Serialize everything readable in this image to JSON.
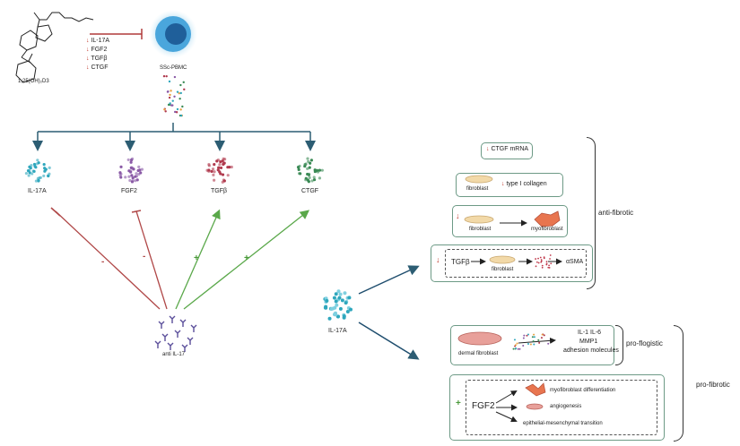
{
  "compound": {
    "name": "1,25(OH)₂D3",
    "effects": [
      "IL-17A",
      "FGF2",
      "TGFβ",
      "CTGF"
    ]
  },
  "pbmc": {
    "label": "SSc-PBMC"
  },
  "cytokines": [
    {
      "label": "IL-17A",
      "color": "#2fa7bd"
    },
    {
      "label": "FGF2",
      "color": "#8a5aa6"
    },
    {
      "label": "TGFβ",
      "color": "#b03a4e"
    },
    {
      "label": "CTGF",
      "color": "#3a8a55"
    }
  ],
  "antibody": {
    "label": "anti IL-17",
    "signs": [
      "-",
      "-",
      "+",
      "+"
    ]
  },
  "il17a_center": {
    "label": "IL-17A"
  },
  "anti_fibrotic": {
    "label": "anti-fibrotic",
    "ctgf_mrna": "CTGF mRNA",
    "collagen": {
      "cell": "fibroblast",
      "text": "type I collagen"
    },
    "transition": {
      "from": "fibroblast",
      "to": "myofibroblast"
    },
    "tgfb_path": {
      "tgfb": "TGFβ",
      "cell": "fibroblast",
      "marker": "αSMA"
    }
  },
  "pro_flogistic": {
    "label": "pro-flogistic",
    "cell": "dermal fibroblast",
    "line1": "IL-1 IL-6",
    "line2": "MMP1",
    "line3": "adhesion molecules"
  },
  "pro_fibrotic": {
    "label": "pro-fibrotic",
    "plus": "+",
    "fgf2": "FGF2",
    "outcomes": [
      "myofibroblast differentiation",
      "angiogenesis",
      "epithelial-mesenchymal transition"
    ]
  }
}
